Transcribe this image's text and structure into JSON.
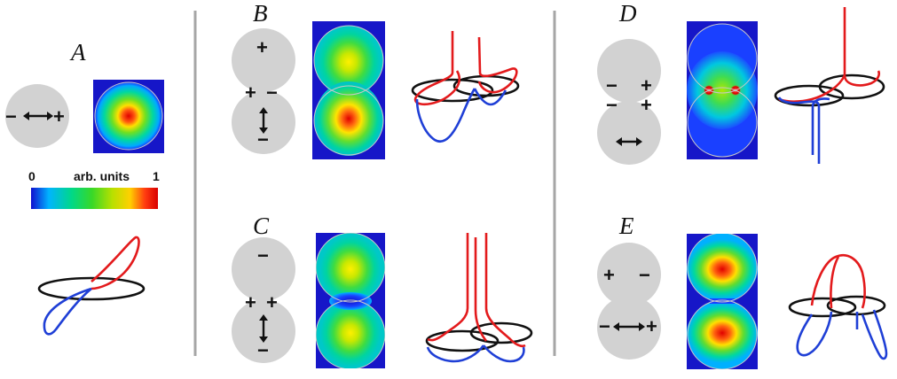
{
  "panels": [
    {
      "id": "A",
      "label": "A",
      "signs": [
        "−",
        "+"
      ],
      "map": "single-center"
    },
    {
      "id": "B",
      "label": "B",
      "signs": [
        "+",
        "+",
        "−",
        "−"
      ],
      "map": "dimer-longitudinal"
    },
    {
      "id": "C",
      "label": "C",
      "signs": [
        "−",
        "+",
        "+",
        "−"
      ],
      "map": "dimer-antisymmetric"
    },
    {
      "id": "D",
      "label": "D",
      "signs": [
        "−",
        "+",
        "−",
        "+"
      ],
      "map": "dimer-gap"
    },
    {
      "id": "E",
      "label": "E",
      "signs": [
        "+",
        "−",
        "−",
        "+"
      ],
      "map": "dimer-transverse"
    }
  ],
  "colorbar": {
    "title": "arb. units",
    "min_label": "0",
    "max_label": "1",
    "stops": [
      "#1010d0",
      "#00b4ff",
      "#00d888",
      "#38d828",
      "#b8e000",
      "#ffd000",
      "#ff3a10",
      "#d80000"
    ]
  },
  "colors": {
    "sphere": "#d2d2d2",
    "field_background": "#1616c8",
    "path_positive": "#e31a1c",
    "path_negative": "#1f3fd6",
    "path_neutral": "#111111",
    "divider": "#a6a6a6"
  },
  "icons": {
    "double_arrow_horizontal": "double-arrow-horizontal-icon",
    "double_arrow_vertical": "double-arrow-vertical-icon"
  }
}
